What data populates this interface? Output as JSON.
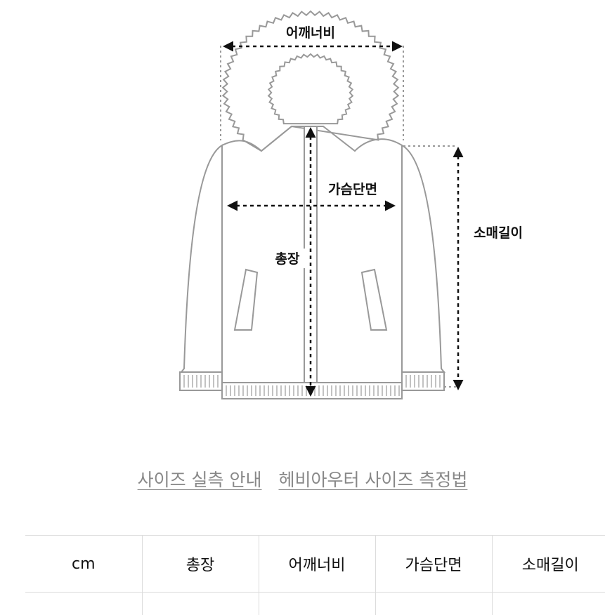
{
  "diagram": {
    "labels": {
      "shoulder": "어깨너비",
      "chest": "가슴단면",
      "length": "총장",
      "sleeve": "소매길이"
    }
  },
  "links": {
    "size_guide": "사이즈 실측 안내",
    "heavy_outer": "헤비아우터 사이즈 측정법"
  },
  "table": {
    "headers": [
      "cm",
      "총장",
      "어깨너비",
      "가슴단면",
      "소매길이"
    ]
  }
}
